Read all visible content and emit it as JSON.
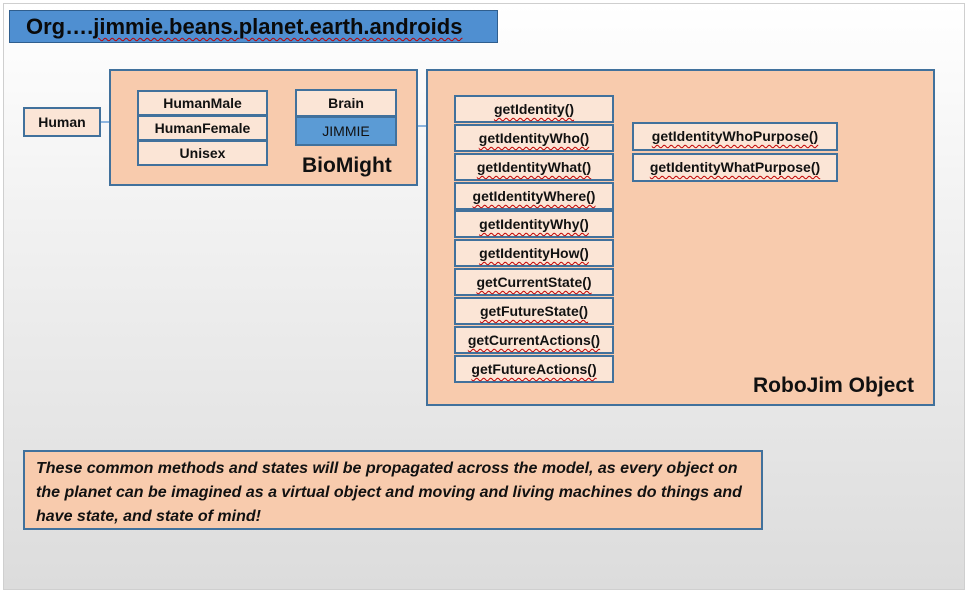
{
  "title": {
    "prefix": "Org….",
    "name": "jimmie.beans.planet.earth.androids"
  },
  "human": {
    "label": "Human"
  },
  "biomight": {
    "label": "BioMight",
    "genders": [
      "HumanMale",
      "HumanFemale",
      "Unisex"
    ],
    "brain": "Brain",
    "jimmie": "JIMMIE"
  },
  "robojim": {
    "label": "RoboJim Object",
    "methods": [
      "getIdentity()",
      "getIdentityWho()",
      "getIdentityWhat()",
      "getIdentityWhere()",
      "getIdentityWhy()",
      "getIdentityHow()",
      "getCurrentState()",
      "getFutureState()",
      "getCurrentActions()",
      "getFutureActions()"
    ],
    "purpose_methods": [
      "getIdentityWhoPurpose()",
      "getIdentityWhatPurpose()"
    ]
  },
  "note": {
    "text": "These common methods and states will be propagated across the model, as every object on the planet can be imagined as a virtual object and moving and living machines do things and have state, and state of mind!"
  },
  "colors": {
    "title_fill": "#4f8fd1",
    "panel_fill": "#f8cbad",
    "cell_fill": "#fbe5d6",
    "highlight_fill": "#5b9bd5",
    "border": "#41719c"
  }
}
